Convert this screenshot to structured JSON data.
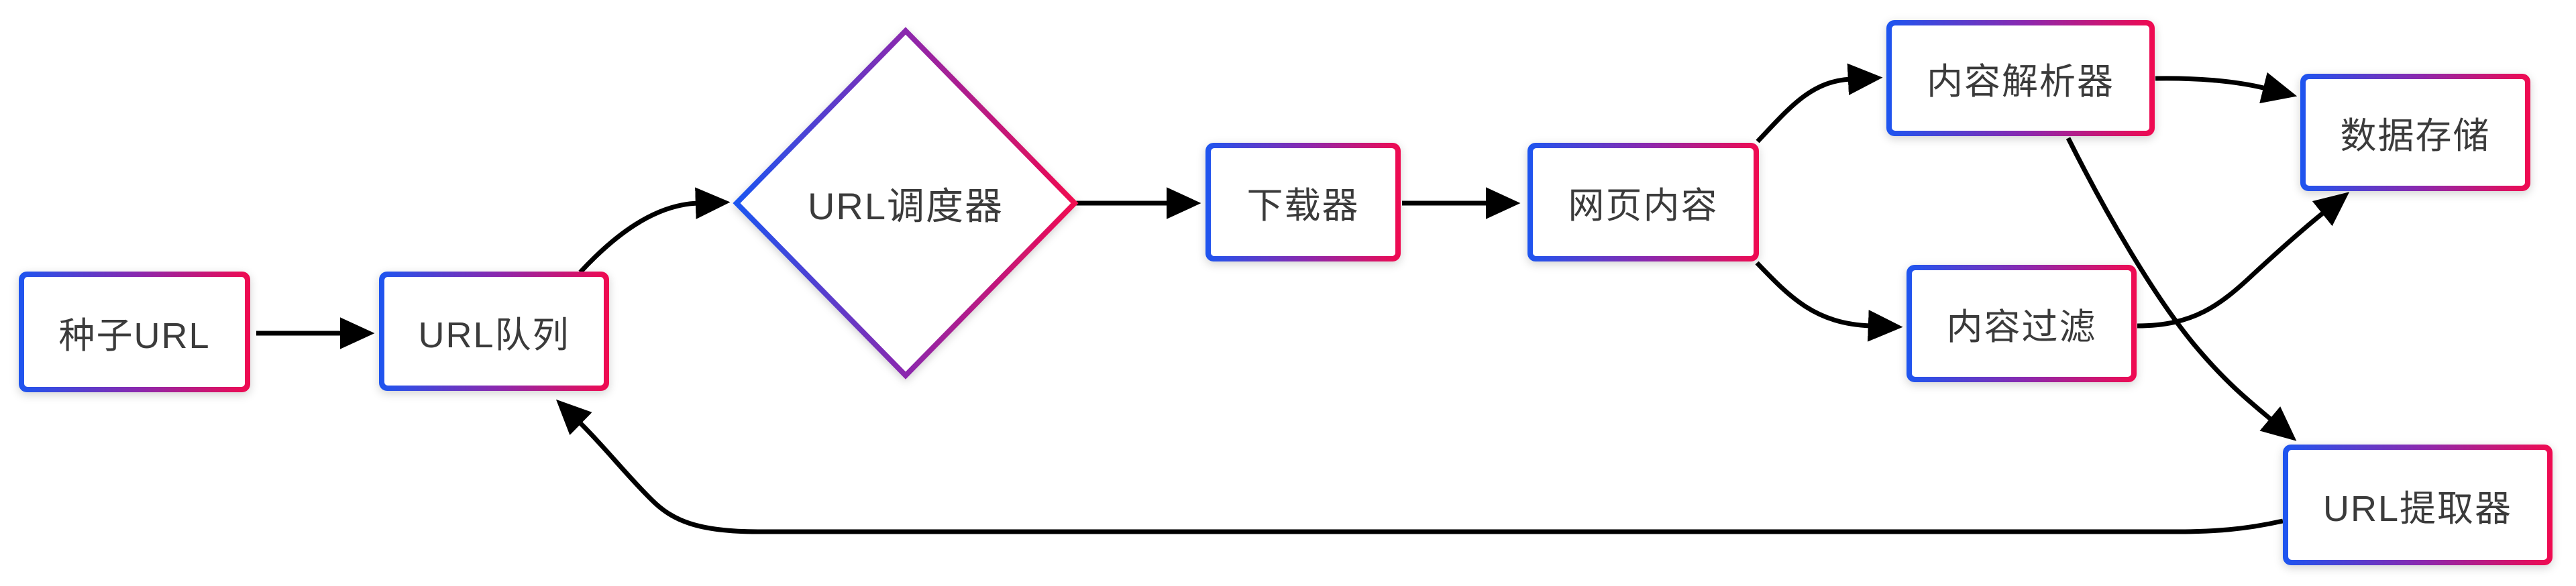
{
  "diagram": {
    "background": "#ffffff",
    "accent_blue": "#1d55f0",
    "accent_purple": "#8b28ae",
    "accent_red": "#f00a50",
    "line_color": "#000000",
    "text_color": "#3b3b3b",
    "nodes": [
      {
        "id": "seed-url",
        "label": "种子URL",
        "shape": "rect"
      },
      {
        "id": "url-queue",
        "label": "URL队列",
        "shape": "rect"
      },
      {
        "id": "url-scheduler",
        "label": "URL调度器",
        "shape": "diamond"
      },
      {
        "id": "downloader",
        "label": "下载器",
        "shape": "rect"
      },
      {
        "id": "page-content",
        "label": "网页内容",
        "shape": "rect"
      },
      {
        "id": "content-parser",
        "label": "内容解析器",
        "shape": "rect"
      },
      {
        "id": "content-filter",
        "label": "内容过滤",
        "shape": "rect"
      },
      {
        "id": "data-storage",
        "label": "数据存储",
        "shape": "rect"
      },
      {
        "id": "url-extractor",
        "label": "URL提取器",
        "shape": "rect"
      }
    ],
    "edges": [
      {
        "from": "seed-url",
        "to": "url-queue"
      },
      {
        "from": "url-queue",
        "to": "url-scheduler"
      },
      {
        "from": "url-scheduler",
        "to": "downloader"
      },
      {
        "from": "downloader",
        "to": "page-content"
      },
      {
        "from": "page-content",
        "to": "content-parser"
      },
      {
        "from": "page-content",
        "to": "content-filter"
      },
      {
        "from": "content-parser",
        "to": "data-storage"
      },
      {
        "from": "content-filter",
        "to": "data-storage"
      },
      {
        "from": "content-parser",
        "to": "url-extractor"
      },
      {
        "from": "url-extractor",
        "to": "url-queue"
      }
    ]
  }
}
